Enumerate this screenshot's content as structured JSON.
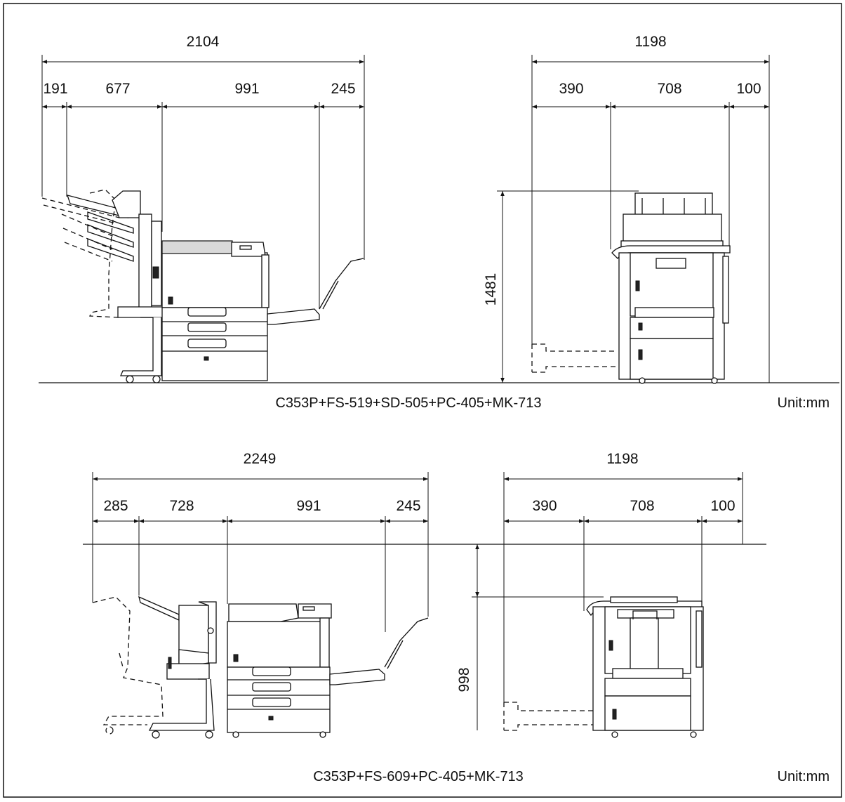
{
  "top": {
    "side": {
      "overall": "2104",
      "segments": [
        "191",
        "677",
        "991",
        "245"
      ]
    },
    "front": {
      "overall": "1198",
      "segments": [
        "390",
        "708",
        "100"
      ],
      "height": "1481"
    },
    "caption": "C353P+FS-519+SD-505+PC-405+MK-713",
    "unit": "Unit:mm"
  },
  "bottom": {
    "side": {
      "overall": "2249",
      "segments": [
        "285",
        "728",
        "991",
        "245"
      ]
    },
    "front": {
      "overall": "1198",
      "segments": [
        "390",
        "708",
        "100"
      ],
      "height": "998"
    },
    "caption": "C353P+FS-609+PC-405+MK-713",
    "unit": "Unit:mm"
  }
}
